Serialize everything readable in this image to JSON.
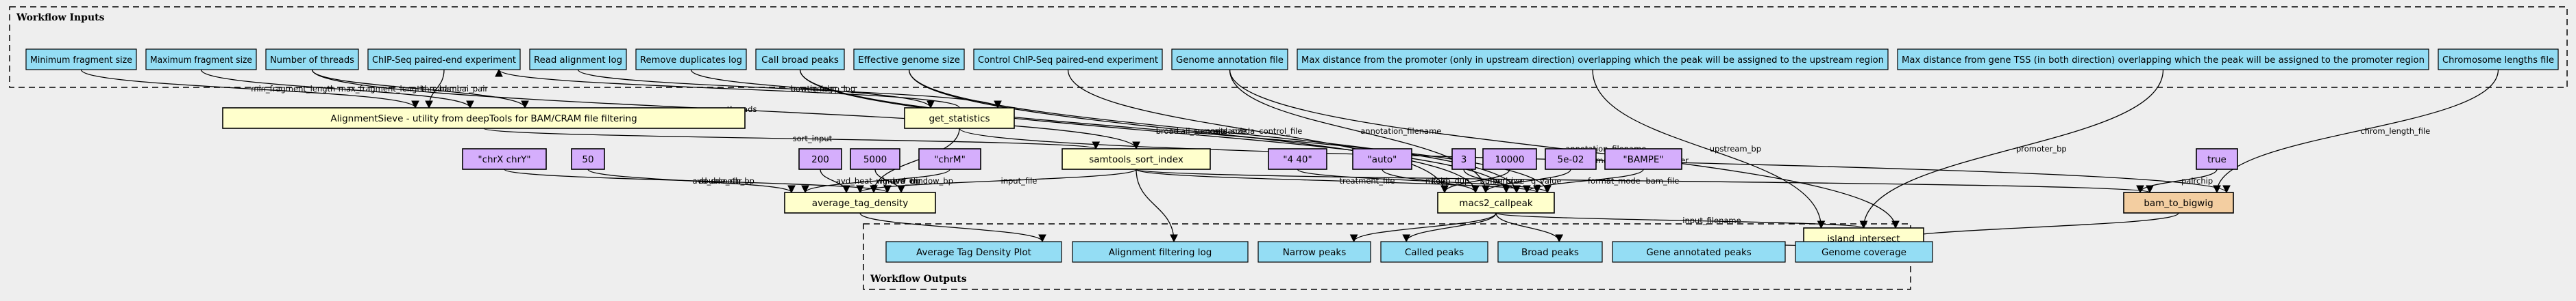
{
  "clusters": {
    "inputs": {
      "label": "Workflow Inputs"
    },
    "outputs": {
      "label": "Workflow Outputs"
    }
  },
  "colors": {
    "input_fill": "#94ddf4",
    "step_fill": "#ffffcc",
    "param_fill": "#d5aefc",
    "special_step_fill": "#f3cea1",
    "output_fill": "#94ddf4",
    "background": "#eeeeee",
    "stroke": "#000000"
  },
  "nodes": {
    "min_fragment_size": {
      "label": "Minimum fragment size"
    },
    "max_fragment_size": {
      "label": "Maximum fragment size"
    },
    "threads": {
      "label": "Number of threads"
    },
    "chipseq_pe": {
      "label": "ChIP-Seq paired-end experiment"
    },
    "read_alignment_log": {
      "label": "Read alignment log"
    },
    "remove_duplicates_log": {
      "label": "Remove duplicates log"
    },
    "call_broad_peaks": {
      "label": "Call broad peaks"
    },
    "effective_genome_size": {
      "label": "Effective genome size"
    },
    "control_pe": {
      "label": "Control ChIP-Seq paired-end experiment"
    },
    "genome_annotation": {
      "label": "Genome annotation file"
    },
    "upstream_bp": {
      "label": "Max distance from the promoter (only in upstream direction) overlapping which the peak will be assigned to the upstream region"
    },
    "promoter_bp": {
      "label": "Max distance from gene TSS (in both direction) overlapping which the peak will be assigned to the promoter region"
    },
    "chrom_length": {
      "label": "Chromosome lengths file"
    },
    "alignment_sieve": {
      "label": "AlignmentSieve - utility from deepTools for BAM/CRAM file filtering"
    },
    "get_statistics": {
      "label": "get_statistics"
    },
    "samtools_sort_index": {
      "label": "samtools_sort_index"
    },
    "macs2_callpeak": {
      "label": "macs2_callpeak"
    },
    "average_tag_density": {
      "label": "average_tag_density"
    },
    "island_intersect": {
      "label": "island_intersect"
    },
    "bam_to_bigwig": {
      "label": "bam_to_bigwig"
    },
    "p_chrx": {
      "label": "\"chrX chrY\""
    },
    "p_50": {
      "label": "50"
    },
    "p_200": {
      "label": "200"
    },
    "p_5000": {
      "label": "5000"
    },
    "p_chrm": {
      "label": "\"chrM\""
    },
    "p_440": {
      "label": "\"4 40\""
    },
    "p_auto": {
      "label": "\"auto\""
    },
    "p_3": {
      "label": "3"
    },
    "p_10000": {
      "label": "10000"
    },
    "p_5e02": {
      "label": "5e-02"
    },
    "p_bampe": {
      "label": "\"BAMPE\""
    },
    "p_true": {
      "label": "true"
    },
    "o_avg_plot": {
      "label": "Average Tag Density Plot"
    },
    "o_align_filter_log": {
      "label": "Alignment filtering log"
    },
    "o_narrow": {
      "label": "Narrow peaks"
    },
    "o_called": {
      "label": "Called peaks"
    },
    "o_broad": {
      "label": "Broad peaks"
    },
    "o_gene_annot": {
      "label": "Gene annotated peaks"
    },
    "o_genome_cov": {
      "label": "Genome coverage"
    }
  },
  "edges": [
    {
      "from": "min_fragment_size",
      "to": "alignment_sieve",
      "label": "min_fragment_length"
    },
    {
      "from": "max_fragment_size",
      "to": "alignment_sieve",
      "label": "max_fragment_length"
    },
    {
      "from": "threads",
      "to": "alignment_sieve",
      "label": "threads"
    },
    {
      "from": "chipseq_pe",
      "to": "alignment_sieve",
      "label": "bambai_pair"
    },
    {
      "from": "threads",
      "to": "samtools_sort_index",
      "label": "threads"
    },
    {
      "from": "read_alignment_log",
      "to": "get_statistics",
      "label": "bowtie_log"
    },
    {
      "from": "remove_duplicates_log",
      "to": "get_statistics",
      "label": "rmdup_log"
    },
    {
      "from": "call_broad_peaks",
      "to": "macs2_callpeak",
      "label": "broad"
    },
    {
      "from": "call_broad_peaks",
      "to": "macs2_callpeak",
      "label": "call_summits"
    },
    {
      "from": "effective_genome_size",
      "to": "macs2_callpeak",
      "label": "genome_size"
    },
    {
      "from": "effective_genome_size",
      "to": "macs2_callpeak",
      "label": "nolambda"
    },
    {
      "from": "control_pe",
      "to": "macs2_callpeak",
      "label": "control_file"
    },
    {
      "from": "genome_annotation",
      "to": "macs2_callpeak",
      "label": "annotation_filename"
    },
    {
      "from": "genome_annotation",
      "to": "island_intersect",
      "label": "annotation_filename"
    },
    {
      "from": "upstream_bp",
      "to": "island_intersect",
      "label": "upstream_bp"
    },
    {
      "from": "promoter_bp",
      "to": "island_intersect",
      "label": "promoter_bp"
    },
    {
      "from": "chrom_length",
      "to": "bam_to_bigwig",
      "label": "chrom_length_file"
    },
    {
      "from": "alignment_sieve",
      "to": "samtools_sort_index",
      "label": "sort_input"
    },
    {
      "from": "get_statistics",
      "to": "average_tag_density",
      "label": "mapped_reads"
    },
    {
      "from": "get_statistics",
      "to": "bam_to_bigwig",
      "label": "mapped_reads_number"
    },
    {
      "from": "get_statistics",
      "to": "chipseq_pe",
      "label": ""
    },
    {
      "from": "p_chrx",
      "to": "average_tag_density",
      "label": "double_chr"
    },
    {
      "from": "p_50",
      "to": "average_tag_density",
      "label": "avd_smooth_bp"
    },
    {
      "from": "p_200",
      "to": "average_tag_density",
      "label": "avd_heat_window_bp"
    },
    {
      "from": "p_5000",
      "to": "average_tag_density",
      "label": "avd_window_bp"
    },
    {
      "from": "p_chrm",
      "to": "average_tag_density",
      "label": "ignore_chr"
    },
    {
      "from": "samtools_sort_index",
      "to": "average_tag_density",
      "label": "input_file"
    },
    {
      "from": "samtools_sort_index",
      "to": "macs2_callpeak",
      "label": "treatment_file"
    },
    {
      "from": "samtools_sort_index",
      "to": "bam_to_bigwig",
      "label": "bam_file"
    },
    {
      "from": "samtools_sort_index",
      "to": "o_align_filter_log",
      "label": ""
    },
    {
      "from": "p_440",
      "to": "macs2_callpeak",
      "label": "mfold"
    },
    {
      "from": "p_auto",
      "to": "macs2_callpeak",
      "label": "keep_dup"
    },
    {
      "from": "p_3",
      "to": "macs2_callpeak",
      "label": "verbose"
    },
    {
      "from": "p_10000",
      "to": "macs2_callpeak",
      "label": "buffer_size"
    },
    {
      "from": "p_5e02",
      "to": "macs2_callpeak",
      "label": "q_value"
    },
    {
      "from": "p_bampe",
      "to": "macs2_callpeak",
      "label": "format_mode"
    },
    {
      "from": "p_true",
      "to": "bam_to_bigwig",
      "label": "pairchip"
    },
    {
      "from": "macs2_callpeak",
      "to": "island_intersect",
      "label": "input_filename"
    },
    {
      "from": "macs2_callpeak",
      "to": "o_narrow",
      "label": ""
    },
    {
      "from": "macs2_callpeak",
      "to": "o_called",
      "label": ""
    },
    {
      "from": "macs2_callpeak",
      "to": "o_broad",
      "label": ""
    },
    {
      "from": "average_tag_density",
      "to": "o_avg_plot",
      "label": ""
    },
    {
      "from": "island_intersect",
      "to": "o_gene_annot",
      "label": ""
    },
    {
      "from": "bam_to_bigwig",
      "to": "o_genome_cov",
      "label": ""
    }
  ]
}
